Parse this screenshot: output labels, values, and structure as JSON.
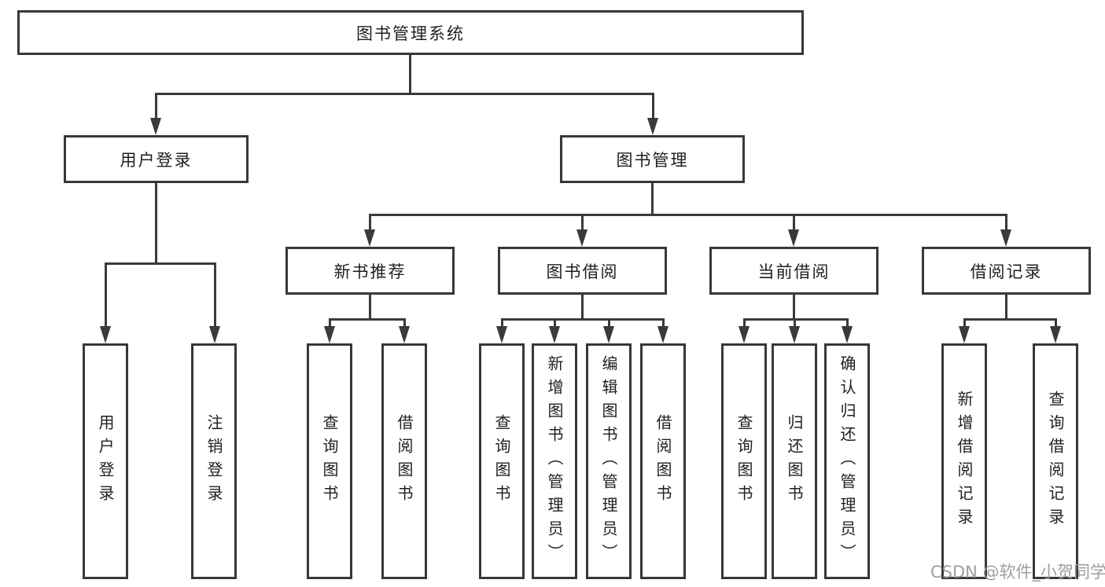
{
  "colors": {
    "line": "#3a3a3a",
    "box-border": "#383838",
    "text": "#1f1f1f",
    "watermark": "#9e9e9e",
    "background": "#ffffff"
  },
  "watermark": {
    "text": "CSDN @软件_小贺同学"
  },
  "tree": {
    "root": "图书管理系统",
    "children": [
      {
        "label": "用户登录",
        "children": [
          "用户登录",
          "注销登录"
        ]
      },
      {
        "label": "图书管理",
        "children": [
          {
            "label": "新书推荐",
            "children": [
              "查询图书",
              "借阅图书"
            ]
          },
          {
            "label": "图书借阅",
            "children": [
              "查询图书",
              "新增图书（管理员）",
              "编辑图书（管理员）",
              "借阅图书"
            ]
          },
          {
            "label": "当前借阅",
            "children": [
              "查询图书",
              "归还图书",
              "确认归还（管理员）"
            ]
          },
          {
            "label": "借阅记录",
            "children": [
              "新增借阅记录",
              "查询借阅记录"
            ]
          }
        ]
      }
    ]
  }
}
